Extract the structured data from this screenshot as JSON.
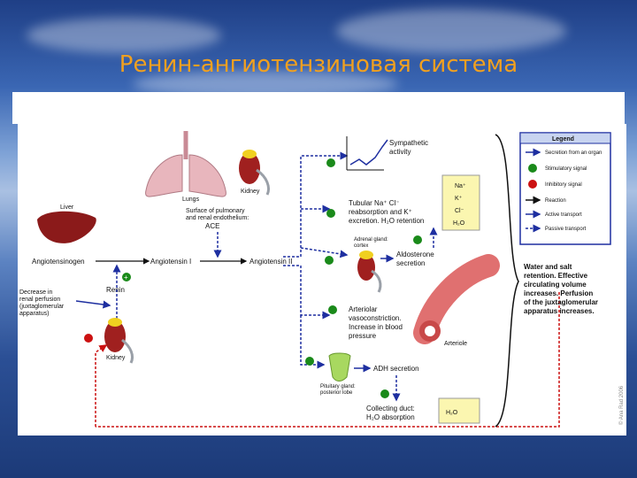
{
  "title": "Ренин-ангиотензиновая система",
  "diagram": {
    "liver": "Liver",
    "lungs": "Lungs",
    "kidney_top": "Kidney",
    "kidney_bottom": "Kidney",
    "surface": [
      "Surface of pulmonary",
      "and renal endothelium:"
    ],
    "ace": "ACE",
    "angiotensinogen": "Angiotensinogen",
    "angiotensin1": "Angiotensin I",
    "angiotensin2": "Angiotensin II",
    "renin": "Renin",
    "decrease": [
      "Decrease in",
      "renal perfusion",
      "(juxtaglomerular",
      "apparatus)"
    ],
    "sympathetic": [
      "Sympathetic",
      "activity"
    ],
    "tubular": [
      "Tubular Na⁺ Cl⁻",
      "reabsorption and K⁺",
      "excretion. H₂O retention"
    ],
    "adrenal": [
      "Adrenal gland:",
      "cortex"
    ],
    "aldosterone": [
      "Aldosterone",
      "secretion"
    ],
    "arteriolar": [
      "Arteriolar",
      "vasoconstriction.",
      "Increase in blood",
      "pressure"
    ],
    "arteriole": "Arteriole",
    "pituitary": [
      "Pituitary gland:",
      "posterior lobe"
    ],
    "adh": "ADH secretion",
    "collecting": [
      "Collecting duct:",
      "H₂O absorption"
    ],
    "channel_ions": [
      "Na⁺",
      "K⁺",
      "Cl⁻",
      "H₂O"
    ],
    "duct_ion": "H₂O",
    "water": [
      "Water and salt",
      "retention. Effective",
      "circulating volume",
      "increases. Perfusion",
      "of the juxtaglomerular",
      "apparatus increases."
    ],
    "copyright": "© Ana Rad 2006"
  },
  "legend": {
    "title": "Legend",
    "items": [
      "Secretion from an organ",
      "Stimulatory signal",
      "Inhibitory signal",
      "Reaction",
      "Active transport",
      "Passive transport"
    ]
  },
  "colors": {
    "title": "#f0a020",
    "arrow_blue": "#1e2fa0",
    "stim_green": "#1a8a1a",
    "inhib_red": "#cc1111",
    "organ": "#8b1a1a"
  }
}
